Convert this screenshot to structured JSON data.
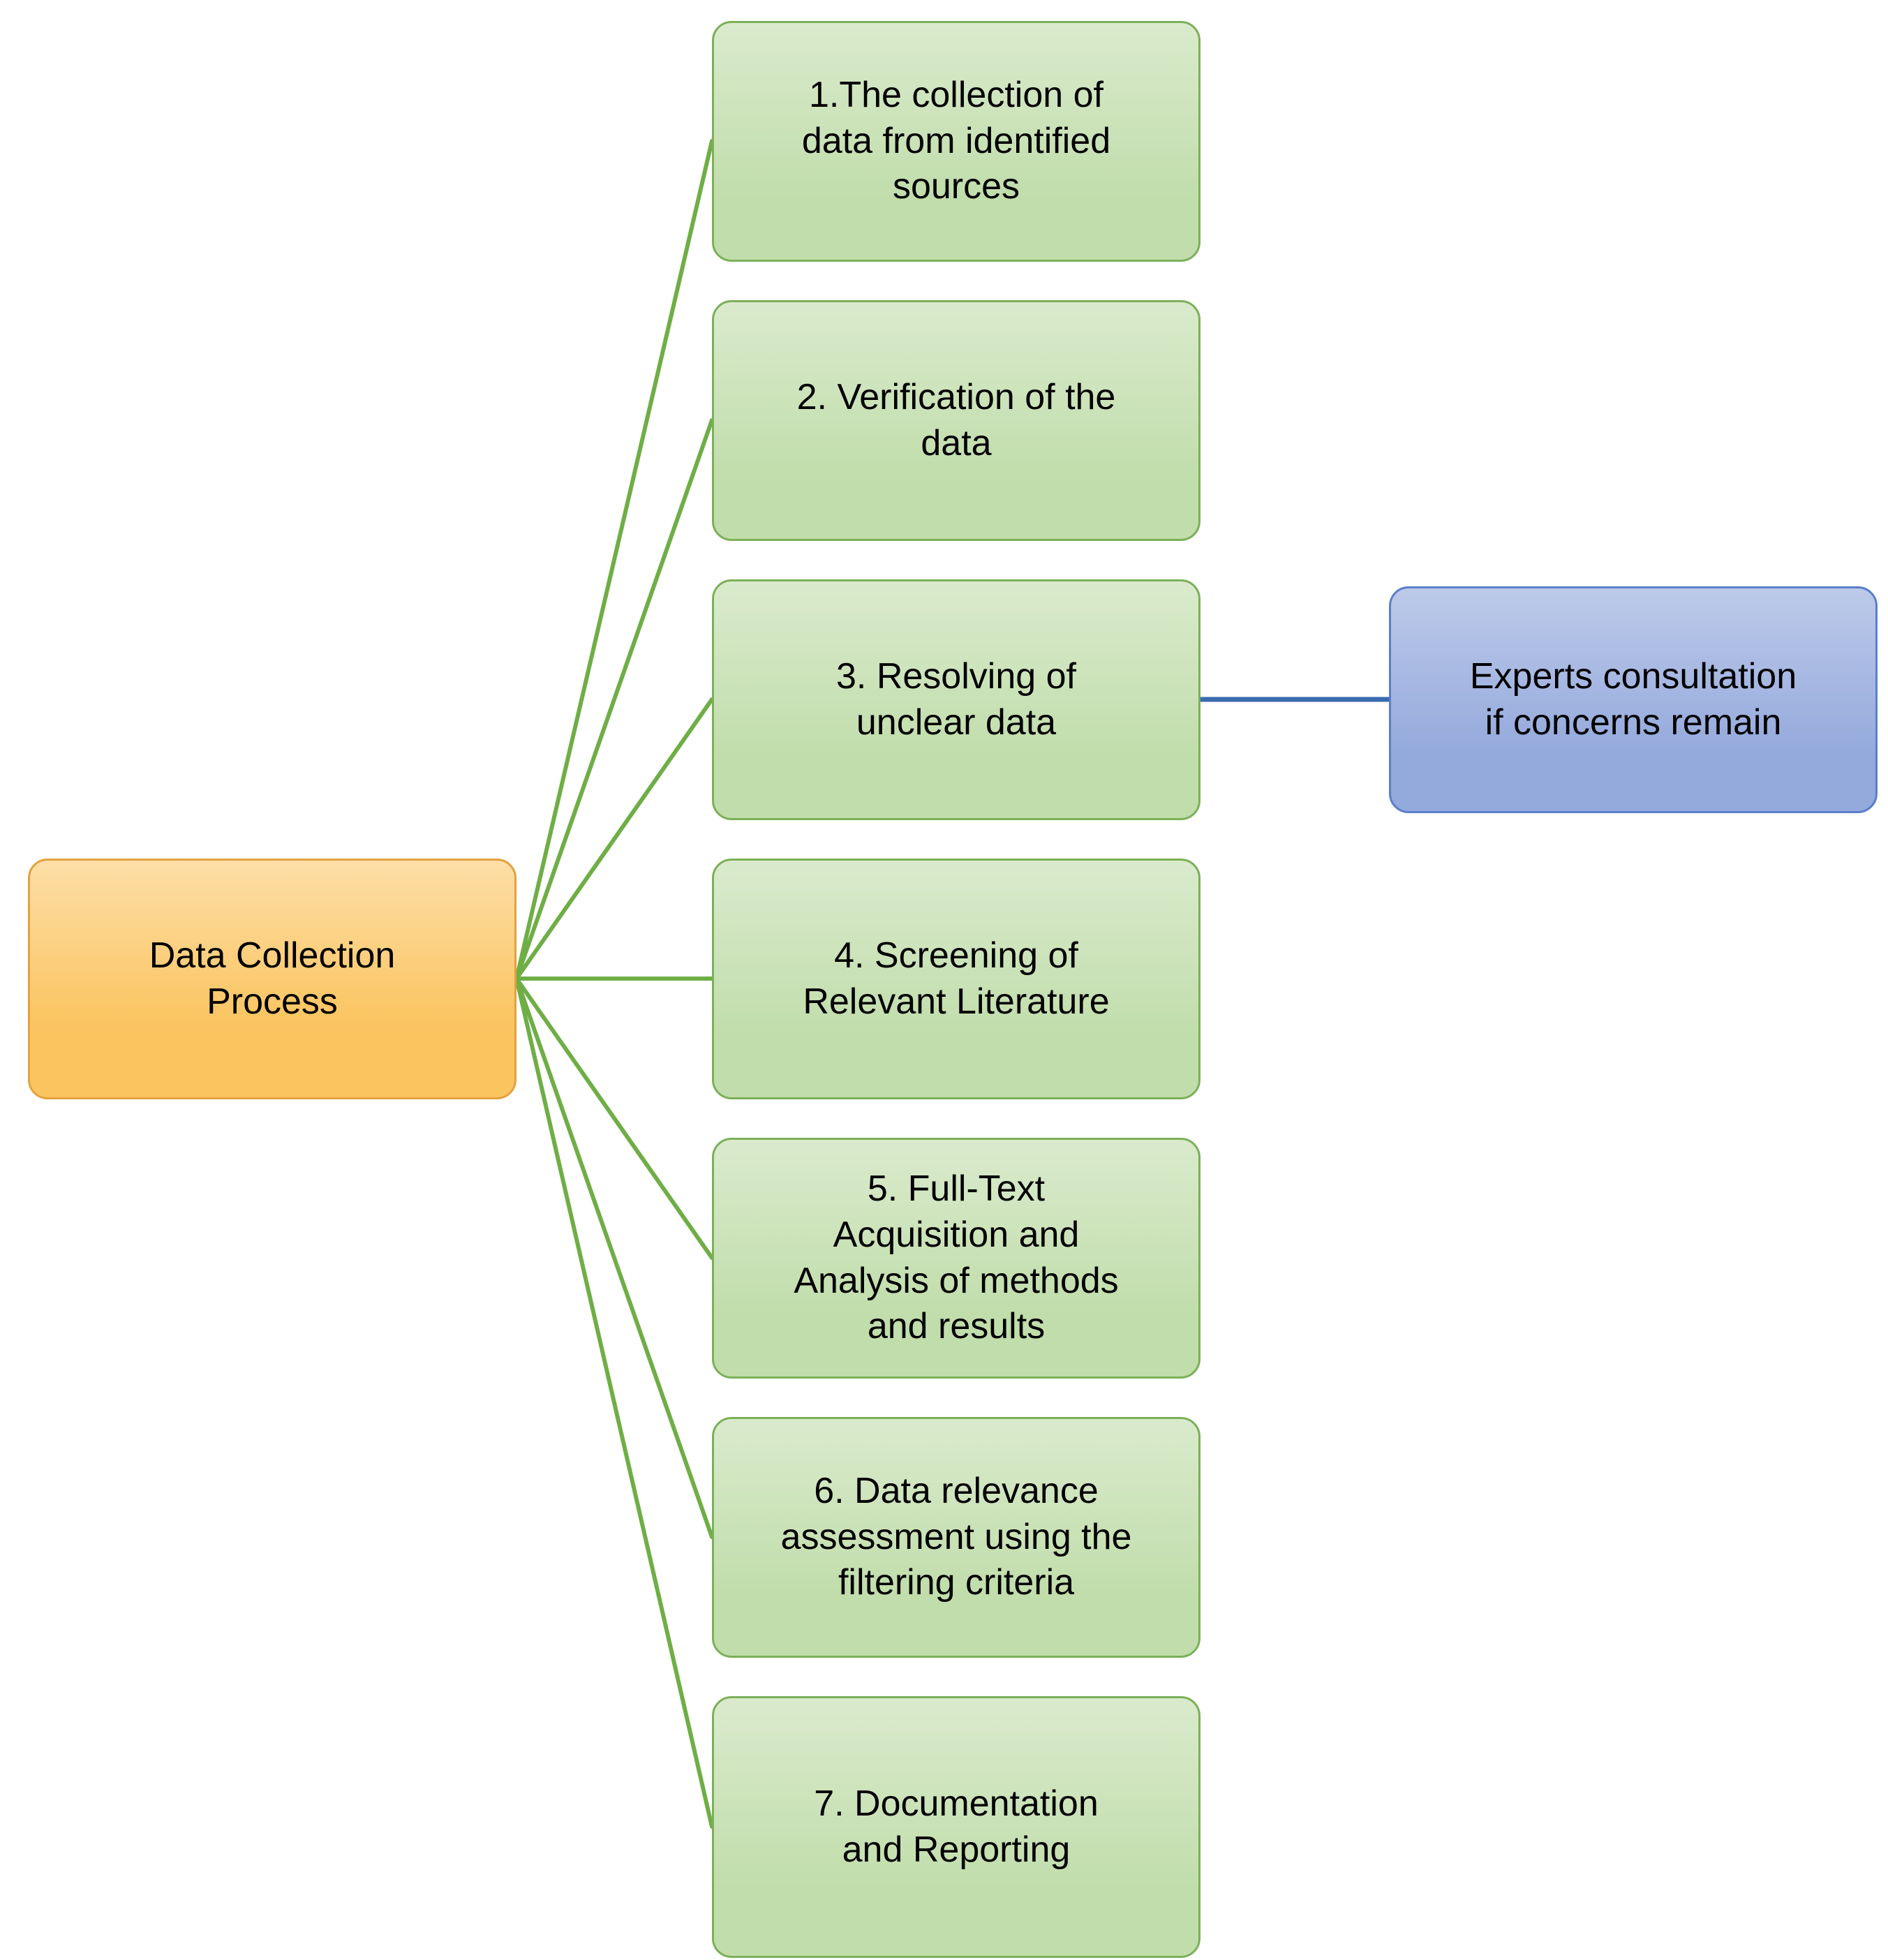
{
  "diagram": {
    "root": {
      "label": "Data Collection\nProcess"
    },
    "steps": [
      {
        "label": "1.The collection of\ndata from identified\nsources"
      },
      {
        "label": "2. Verification of the\ndata"
      },
      {
        "label": "3. Resolving of\nunclear data"
      },
      {
        "label": "4. Screening of\nRelevant Literature"
      },
      {
        "label": "5. Full-Text\nAcquisition and\nAnalysis of methods\nand results"
      },
      {
        "label": "6. Data relevance\nassessment using the\nfiltering criteria"
      },
      {
        "label": "7. Documentation\nand Reporting"
      }
    ],
    "side_note": {
      "label": "Experts consultation\nif concerns remain"
    },
    "colors": {
      "root_fill": "#FBC45F",
      "root_border": "#E2A23E",
      "step_fill": "#C1DDAB",
      "step_border": "#7BB058",
      "note_fill": "#94A9DC",
      "note_border": "#5B7EC9",
      "connector_green": "#6FAE46",
      "connector_blue": "#3A6BB0",
      "text_color": "#000000"
    }
  }
}
